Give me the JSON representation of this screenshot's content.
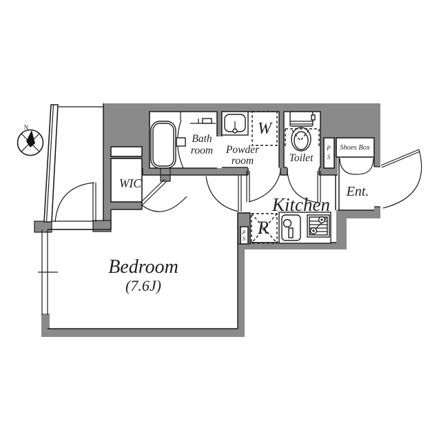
{
  "colors": {
    "wall": "#8a8a8a",
    "line": "#1c1c1c",
    "text": "#1f1f1f",
    "background": "#ffffff"
  },
  "compass": {
    "north_label": "N"
  },
  "labels": {
    "bath_line1": "Bath",
    "bath_line2": "room",
    "powder_line1": "Powder",
    "powder_line2": "room",
    "toilet": "Toilet",
    "washer": "W",
    "refrigerator": "R",
    "kitchen": "Kitchen",
    "entrance": "Ent.",
    "shoes_box": "Shoes Box",
    "wic": "WIC",
    "bedroom": "Bedroom",
    "bedroom_area": "(7.6J)",
    "pipe_space_p": "P",
    "pipe_space_s": "S"
  }
}
